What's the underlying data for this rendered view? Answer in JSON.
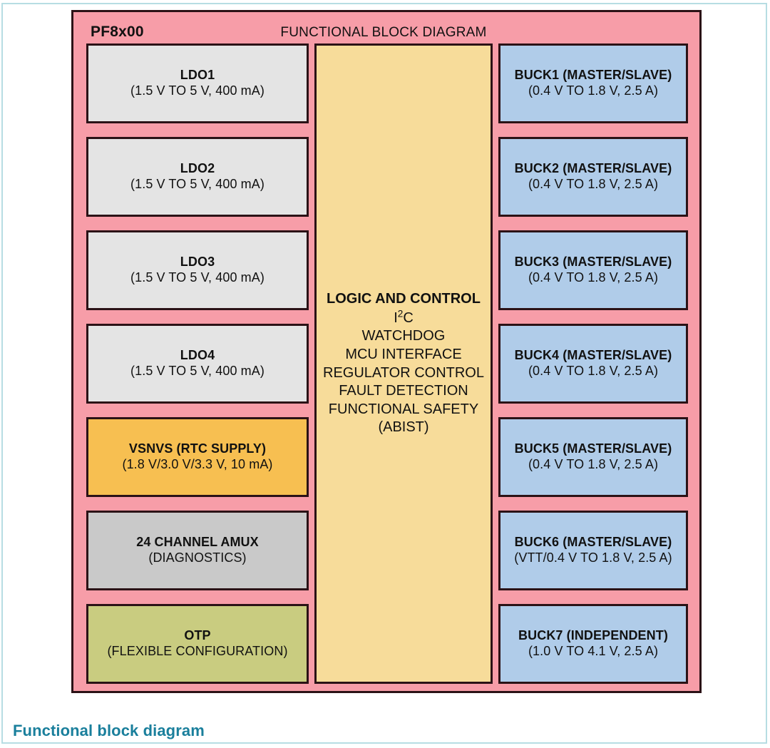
{
  "figure": {
    "chip_name": "PF8x00",
    "heading": "FUNCTIONAL BLOCK DIAGRAM",
    "caption": "Functional block diagram",
    "colors": {
      "container_fill": "#f79da8",
      "outline": "#2b1216",
      "ldo_fill": "#e4e4e4",
      "amux_fill": "#c9c9c9",
      "vsnvs_fill": "#f7bf51",
      "otp_fill": "#c9cc80",
      "logic_fill": "#f7dc9a",
      "buck_fill": "#b0cce9",
      "caption_color": "#1a7f9c",
      "page_border": "#b7dde3"
    }
  },
  "left_column": [
    {
      "title": "LDO1",
      "sub": "(1.5 V TO 5 V, 400 mA)",
      "fill": "fill-grey-light"
    },
    {
      "title": "LDO2",
      "sub": "(1.5 V TO 5 V, 400 mA)",
      "fill": "fill-grey-light"
    },
    {
      "title": "LDO3",
      "sub": "(1.5 V TO 5 V, 400 mA)",
      "fill": "fill-grey-light"
    },
    {
      "title": "LDO4",
      "sub": "(1.5 V TO 5 V, 400 mA)",
      "fill": "fill-grey-light"
    },
    {
      "title": "VSNVS (RTC SUPPLY)",
      "sub": "(1.8 V/3.0 V/3.3 V, 10 mA)",
      "fill": "fill-orange"
    },
    {
      "title": "24 CHANNEL AMUX",
      "sub": "(DIAGNOSTICS)",
      "fill": "fill-grey-mid"
    },
    {
      "title": "OTP",
      "sub": "(FLEXIBLE CONFIGURATION)",
      "fill": "fill-olive"
    }
  ],
  "center_block": {
    "heading": "LOGIC AND CONTROL",
    "lines": [
      "I2C",
      "WATCHDOG",
      "MCU INTERFACE",
      "REGULATOR CONTROL",
      "FAULT DETECTION",
      "FUNCTIONAL SAFETY",
      "(ABIST)"
    ],
    "i2c_prefix": "I",
    "i2c_superscript": "2",
    "i2c_suffix": "C"
  },
  "right_column": [
    {
      "title": "BUCK1 (MASTER/SLAVE)",
      "sub": "(0.4 V TO 1.8 V, 2.5 A)",
      "fill": "fill-blue"
    },
    {
      "title": "BUCK2 (MASTER/SLAVE)",
      "sub": "(0.4 V TO 1.8 V, 2.5 A)",
      "fill": "fill-blue"
    },
    {
      "title": "BUCK3 (MASTER/SLAVE)",
      "sub": "(0.4 V TO 1.8 V, 2.5 A)",
      "fill": "fill-blue"
    },
    {
      "title": "BUCK4 (MASTER/SLAVE)",
      "sub": "(0.4 V TO 1.8 V, 2.5 A)",
      "fill": "fill-blue"
    },
    {
      "title": "BUCK5 (MASTER/SLAVE)",
      "sub": "(0.4 V TO 1.8 V, 2.5 A)",
      "fill": "fill-blue"
    },
    {
      "title": "BUCK6 (MASTER/SLAVE)",
      "sub": "(VTT/0.4 V TO 1.8 V, 2.5 A)",
      "fill": "fill-blue"
    },
    {
      "title": "BUCK7 (INDEPENDENT)",
      "sub": "(1.0 V TO 4.1 V, 2.5 A)",
      "fill": "fill-blue"
    }
  ]
}
